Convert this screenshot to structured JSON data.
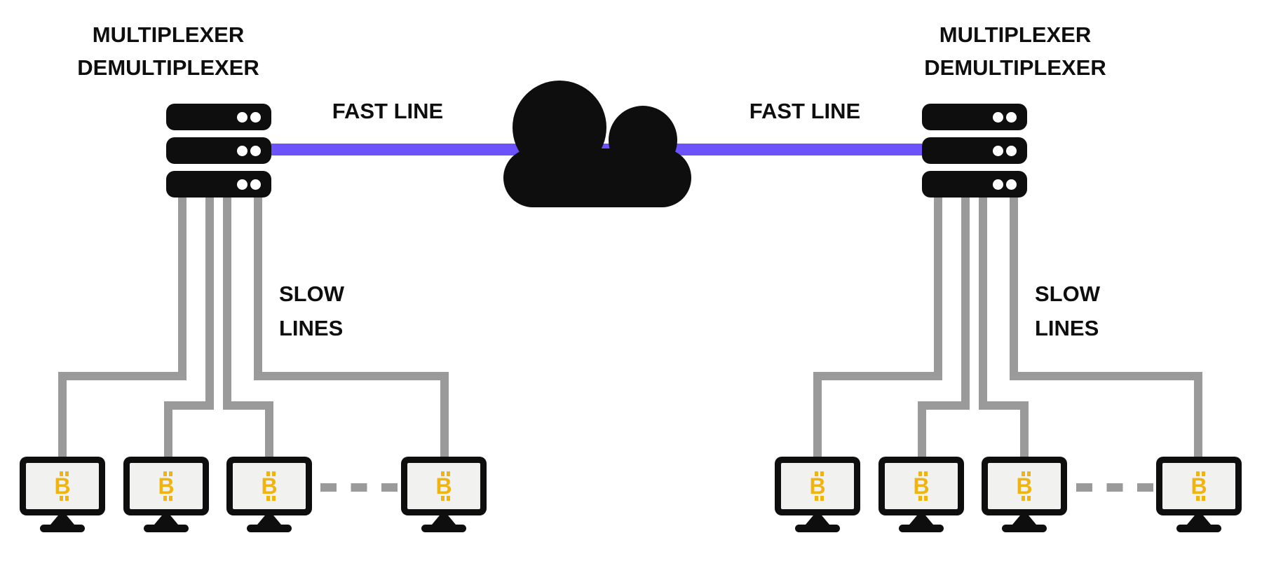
{
  "colors": {
    "background": "#ffffff",
    "ink": "#0e0e0e",
    "line_gray": "#9a9a9a",
    "fast_purple": "#6b52fb",
    "screen": "#f1f1ef",
    "bitcoin_gold": "#f0b410"
  },
  "icons": {
    "cloud": "internet-cloud-icon",
    "server": "server-rack-icon",
    "bitcoin_symbol": "₿",
    "bitcoin_letter": "B"
  },
  "diagram": {
    "left": {
      "device_label": [
        "MULTIPLEXER",
        "DEMULTIPLEXER"
      ],
      "fast_line_label": "FAST LINE",
      "slow_lines_label": [
        "SLOW",
        "LINES"
      ],
      "workstations": [
        {
          "symbol": "₿"
        },
        {
          "symbol": "₿"
        },
        {
          "symbol": "₿"
        },
        {
          "symbol": "₿"
        }
      ]
    },
    "right": {
      "device_label": [
        "MULTIPLEXER",
        "DEMULTIPLEXER"
      ],
      "fast_line_label": "FAST LINE",
      "slow_lines_label": [
        "SLOW",
        "LINES"
      ],
      "workstations": [
        {
          "symbol": "₿"
        },
        {
          "symbol": "₿"
        },
        {
          "symbol": "₿"
        },
        {
          "symbol": "₿"
        }
      ]
    }
  }
}
